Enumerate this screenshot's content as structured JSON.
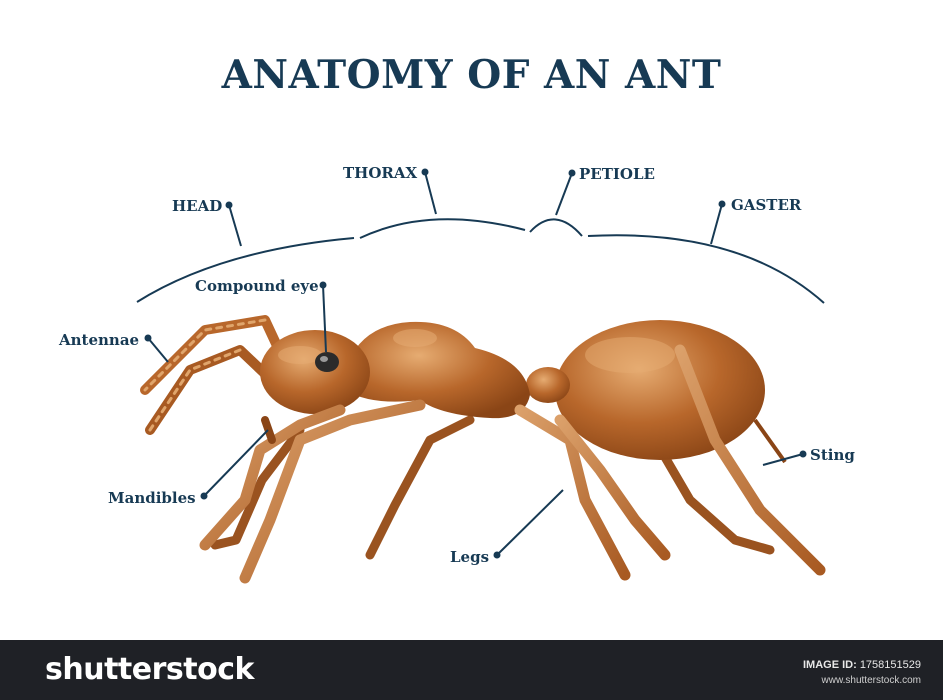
{
  "diagram": {
    "title": "ANATOMY OF AN ANT",
    "segments": {
      "head": "HEAD",
      "thorax": "THORAX",
      "petiole": "PETIOLE",
      "gaster": "GASTER"
    },
    "parts": {
      "compound_eye": "Compound eye",
      "antennae": "Antennae",
      "mandibles": "Mandibles",
      "legs": "Legs",
      "sting": "Sting"
    },
    "colors": {
      "label": "#173a54",
      "ant_body": "#b5652a",
      "ant_highlight": "#e0a56b",
      "ant_shadow": "#8a4516"
    }
  },
  "watermark": {
    "brand": "shutterstock",
    "image_id_label": "IMAGE ID:",
    "image_id": "1758151529",
    "site": "www.shutterstock.com"
  }
}
